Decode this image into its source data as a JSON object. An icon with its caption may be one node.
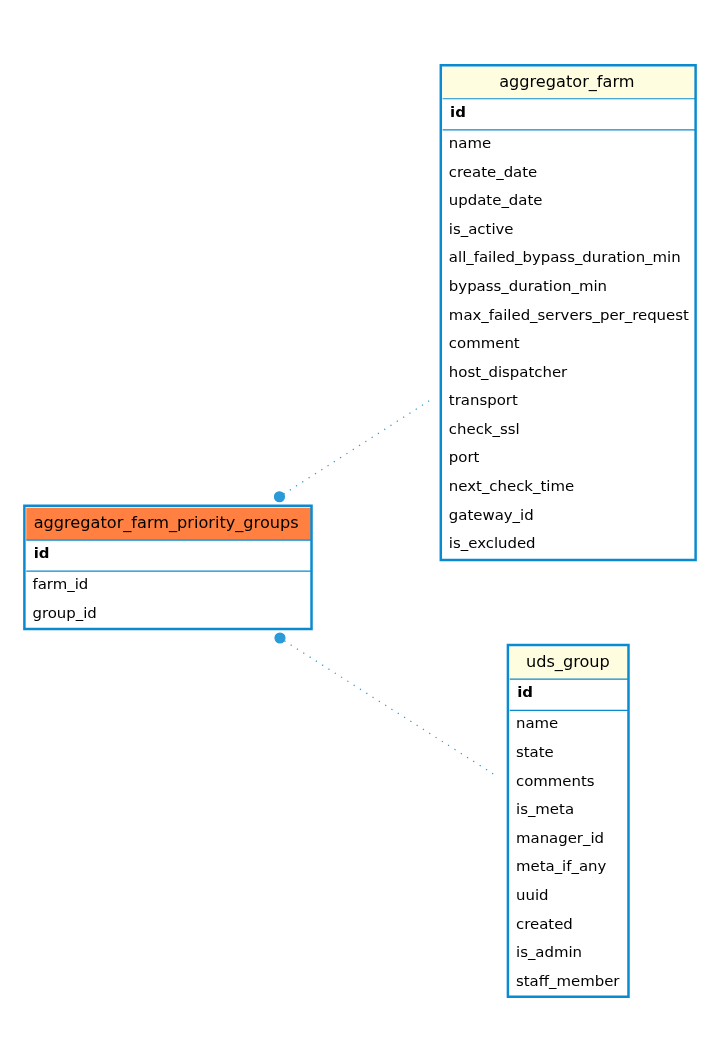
{
  "diagram": {
    "nodes": [
      {
        "text": [
          "aggregator_farm",
          "id",
          "name",
          "create_date",
          "update_date",
          "is_active",
          "all_failed_bypass_duration_min",
          "bypass_duration_min",
          "max_failed_servers_per_request",
          "comment",
          "host_dispatcher",
          "transport",
          "check_ssl",
          "port",
          "next_check_time",
          "gateway_id",
          "is_excluded"
        ]
      },
      {
        "text": [
          "aggregator_farm_priority_groups",
          "id",
          "farm_id",
          "group_id"
        ]
      },
      {
        "text": [
          "uds_group",
          "id",
          "name",
          "state",
          "comments",
          "is_meta",
          "manager_id",
          "meta_if_any",
          "uuid",
          "created",
          "is_admin",
          "staff_member"
        ]
      }
    ],
    "edges": [
      {
        "from": 1,
        "to": 0,
        "arrow": "other",
        "style": "dashed"
      },
      {
        "from": 1,
        "to": 2,
        "arrow": "other",
        "style": "dashed"
      }
    ]
  }
}
